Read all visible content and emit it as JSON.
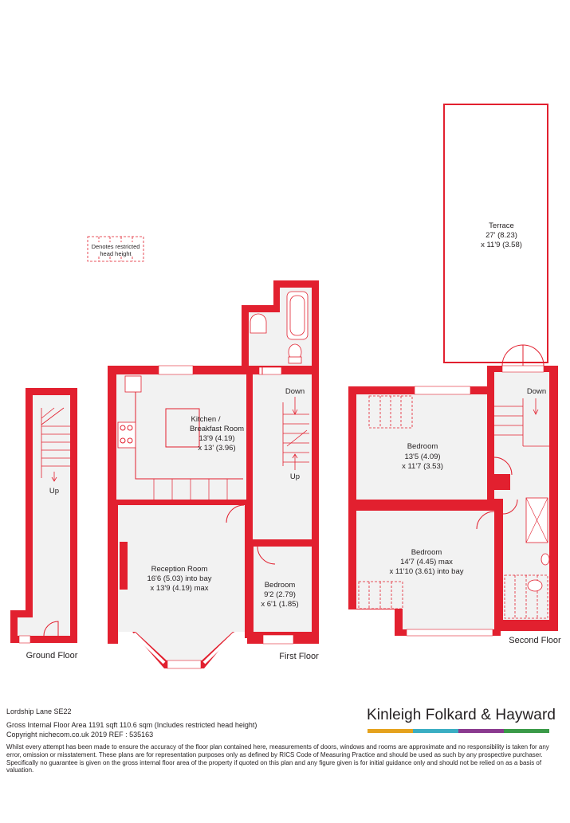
{
  "legend": {
    "restricted_label_line1": "Denotes restricted",
    "restricted_label_line2": "head height"
  },
  "floors": {
    "ground": "Ground Floor",
    "first": "First Floor",
    "second": "Second Floor"
  },
  "rooms": {
    "kitchen": {
      "line1": "Kitchen /",
      "line2": "Breakfast Room",
      "line3": "13'9 (4.19)",
      "line4": "x 13' (3.96)"
    },
    "reception": {
      "line1": "Reception Room",
      "line2": "16'6 (5.03) into bay",
      "line3": "x 13'9 (4.19) max"
    },
    "bedroom_first": {
      "line1": "Bedroom",
      "line2": "9'2 (2.79)",
      "line3": "x 6'1 (1.85)"
    },
    "bedroom_second_a": {
      "line1": "Bedroom",
      "line2": "13'5 (4.09)",
      "line3": "x 11'7 (3.53)"
    },
    "bedroom_second_b": {
      "line1": "Bedroom",
      "line2": "14'7 (4.45) max",
      "line3": "x 11'10 (3.61) into bay"
    },
    "terrace": {
      "line1": "Terrace",
      "line2": "27' (8.23)",
      "line3": "x 11'9 (3.58)"
    }
  },
  "stairs": {
    "up": "Up",
    "down": "Down"
  },
  "footer": {
    "address": "Lordship Lane  SE22",
    "area": "Gross Internal Floor Area 1191 sqft 110.6 sqm (Includes restricted head height)",
    "copyright": "Copyright nichecom.co.uk 2019 REF : 535163",
    "disclaimer": "Whilst every attempt has been made to ensure the accuracy of the floor plan contained here, measurements of doors, windows and rooms are approximate and no responsibility is taken for any error, omission or misstatement. These plans are for representation purposes only as defined by RICS Code of Measuring Practice and should be used as such by any prospective purchaser.  Specifically no guarantee is given on the gross internal floor area of the property if quoted on this plan and any figure given is for initial guidance only and should not be relied on as a basis of valuation."
  },
  "brand": {
    "name": "Kinleigh Folkard & Hayward",
    "colors": [
      "#e5a21d",
      "#3aaec3",
      "#8a3a8f",
      "#3a9a48"
    ]
  },
  "colors": {
    "wall": "#e2202f",
    "floor": "#f2f2f2",
    "text": "#231f20"
  }
}
